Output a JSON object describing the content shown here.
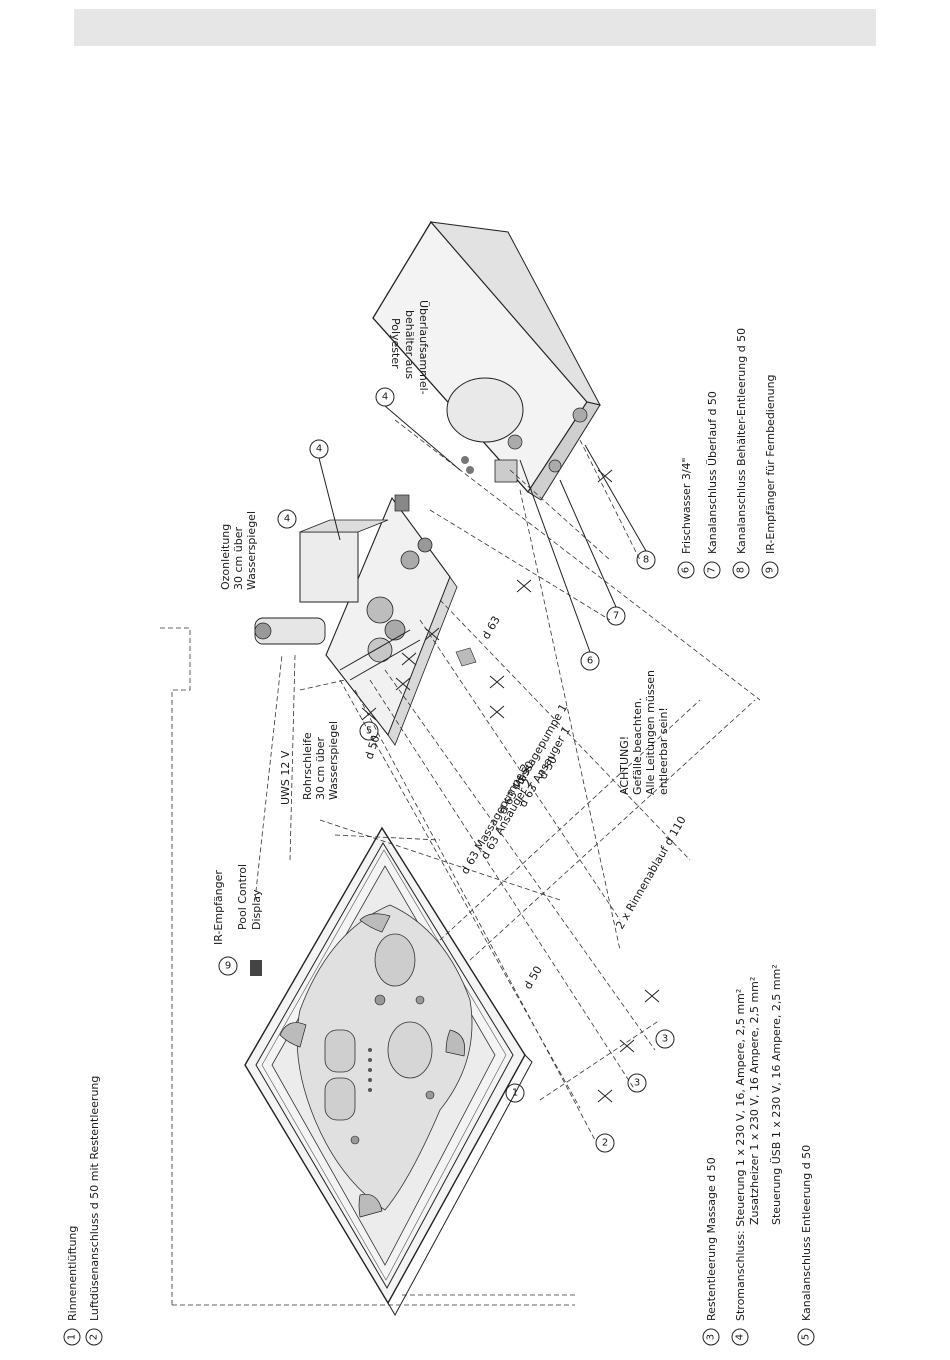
{
  "legend_left": [
    {
      "num": "1",
      "text": "Rinnenentlüftung"
    },
    {
      "num": "2",
      "text": "Luftdüsenanschluss d 50 mit Restentleerung"
    },
    {
      "num": "3",
      "text": "Restentleerung Massage d 50"
    },
    {
      "num": "4",
      "text": "Stromanschluss:  Steuerung 1 x 230 V, 16, Ampere, 2,5 mm²"
    },
    {
      "num": "5",
      "text": "Kanalanschluss Entleerung d 50"
    }
  ],
  "legend_left_extra": {
    "line2": "Zusatzheizer 1 x 230 V, 16 Ampere, 2,5 mm²",
    "line3": "Steuerung ÜSB 1 x 230 V, 16 Ampere, 2,5 mm²"
  },
  "legend_right": [
    {
      "num": "6",
      "text": "Frischwasser 3/4\""
    },
    {
      "num": "7",
      "text": "Kanalanschluss Überlauf d 50"
    },
    {
      "num": "8",
      "text": "Kanalanschluss Behälter-Entleerung d 50"
    },
    {
      "num": "9",
      "text": "IR-Empfänger für Fernbedienung"
    }
  ],
  "labels": {
    "ir_empfaenger": "IR-Empfänger",
    "pool_control": "Pool Control",
    "display": "Display",
    "uws": "UWS 12 V",
    "rohrschleife_1": "Rohrschleife",
    "rohrschleife_2": "30 cm über",
    "rohrschleife_3": "Wasserspiegel",
    "ozon_1": "Ozonleitung",
    "ozon_2": "30 cm über",
    "ozon_3": "Wasserspiegel",
    "behaelter_1": "Überlaufsammel-",
    "behaelter_2": "behälter aus",
    "behaelter_3": "Polyester",
    "achtung_1": "ACHTUNG!",
    "achtung_2": "Gefälle beachten.",
    "achtung_3": "Alle Leitungen müssen",
    "achtung_4": "entleerbar sein!",
    "pipe_d50_a": "d 50",
    "pipe_d63_massage2": "d 63 Massagepumpe 2",
    "pipe_d63_ansaug2": "d 63 Ansauger 2",
    "pipe_d63_massage1": "d 63 Massagepumpe 1",
    "pipe_d63_ansaug1": "d 63 Ansauger 1",
    "pipe_d50_b": "d 50",
    "pipe_d50_c": "d 50",
    "pipe_d63": "d 63",
    "pipe_d50_d": "d 50",
    "rinnenablauf": "2 x Rinnenablauf d 110"
  },
  "callouts": {
    "c1": "1",
    "c2": "2",
    "c3a": "3",
    "c3b": "3",
    "c4a": "4",
    "c4b": "4",
    "c4c": "4",
    "c5": "5",
    "c6": "6",
    "c7": "7",
    "c8": "8",
    "c9": "9"
  }
}
